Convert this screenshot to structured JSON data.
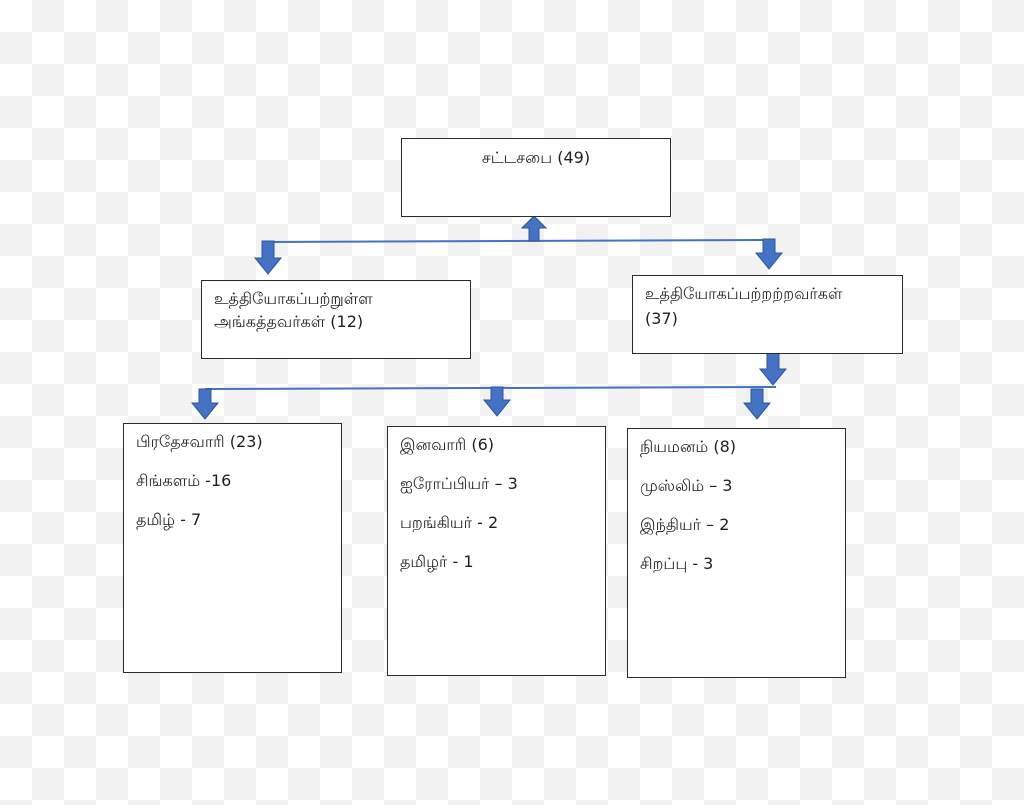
{
  "diagram": {
    "root": {
      "lines": [
        "சட்டசபை (49)"
      ]
    },
    "level2": [
      {
        "lines": [
          "உத்தியோகப்பற்றுள்ள",
          "அங்கத்தவர்கள் (12)"
        ]
      },
      {
        "lines": [
          "உத்தியோகப்பற்றற்றவர்கள்",
          "(37)"
        ]
      }
    ],
    "level3": [
      {
        "lines": [
          "பிரதேசவாரி (23)",
          "சிங்களம் -16",
          "தமிழ் - 7"
        ]
      },
      {
        "lines": [
          "இனவாரி (6)",
          "ஐரோப்பியர் – 3",
          "பறங்கியர் - 2",
          "தமிழர் - 1"
        ]
      },
      {
        "lines": [
          "நியமனம் (8)",
          "முஸ்லிம் – 3",
          "இந்தியர் – 2",
          "சிறப்பு - 3"
        ]
      }
    ],
    "colors": {
      "arrow_fill": "#4472c4",
      "arrow_stroke": "#2f5597",
      "connector": "#4472c4",
      "box_border": "#2b2b2b"
    }
  }
}
